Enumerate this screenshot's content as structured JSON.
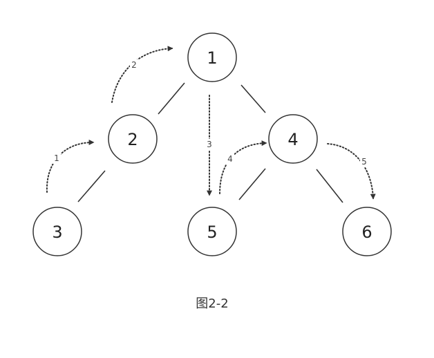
{
  "nodes": [
    {
      "id": "n1",
      "label": "1"
    },
    {
      "id": "n2",
      "label": "2"
    },
    {
      "id": "n3",
      "label": "3"
    },
    {
      "id": "n4",
      "label": "4"
    },
    {
      "id": "n5",
      "label": "5"
    },
    {
      "id": "n6",
      "label": "6"
    }
  ],
  "edges": [
    {
      "from": "1",
      "to": "2"
    },
    {
      "from": "1",
      "to": "4"
    },
    {
      "from": "2",
      "to": "3"
    },
    {
      "from": "4",
      "to": "5"
    },
    {
      "from": "4",
      "to": "6"
    }
  ],
  "steps": [
    {
      "label": "1",
      "from": "3",
      "to": "2"
    },
    {
      "label": "2",
      "from": "2",
      "to": "1"
    },
    {
      "label": "3",
      "from": "1",
      "to": "5"
    },
    {
      "label": "4",
      "from": "5",
      "to": "4"
    },
    {
      "label": "5",
      "from": "4",
      "to": "6"
    }
  ],
  "caption": "图2-2"
}
